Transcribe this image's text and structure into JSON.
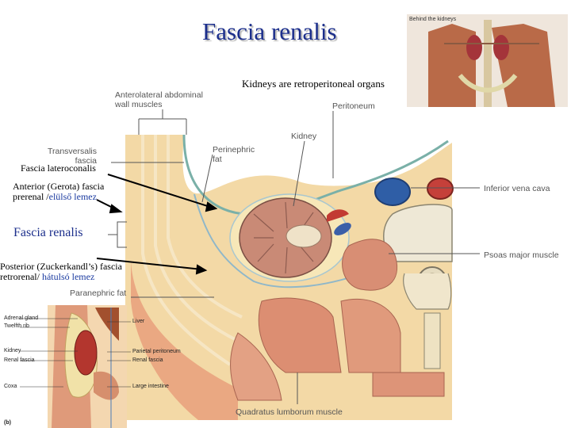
{
  "title": "Fascia renalis",
  "subtitle": "Kidneys are retroperitoneal organs",
  "diagram_labels": {
    "anterolateral": "Anterolateral abdominal wall muscles",
    "transversalis": "Transversalis fascia",
    "perinephric": "Perinephric fat",
    "kidney": "Kidney",
    "peritoneum": "Peritoneum",
    "ivc": "Inferior vena cava",
    "psoas": "Psoas major muscle",
    "paranephric": "Paranephric fat",
    "quadratus": "Quadratus lumborum muscle"
  },
  "annotations": {
    "lateroconalis": "Fascia lateroconalis",
    "anterior_line1": "Anterior (Gerota) fascia",
    "anterior_line2": "prerenal /",
    "anterior_line2_hu": "elülső lemez",
    "fascia_renalis": "Fascia renalis",
    "posterior_line1": "Posterior (Zuckerkandl’s) fascia",
    "posterior_line2": "retrorenal/ ",
    "posterior_line2_hu": "hátulsó lemez"
  },
  "inset_labels": {
    "adrenal": "Adrenal gland",
    "twelfth": "Twelfth rib",
    "kidney": "Kidney",
    "renal_fascia_l": "Renal fascia",
    "coxa": "Coxa",
    "liver": "Liver",
    "parietal": "Parietal peritoneum",
    "renal_fascia_r": "Renal fascia",
    "large_intestine": "Large intestine",
    "fig": "(b)"
  },
  "thumbnail_text": "Behind the kidneys"
}
